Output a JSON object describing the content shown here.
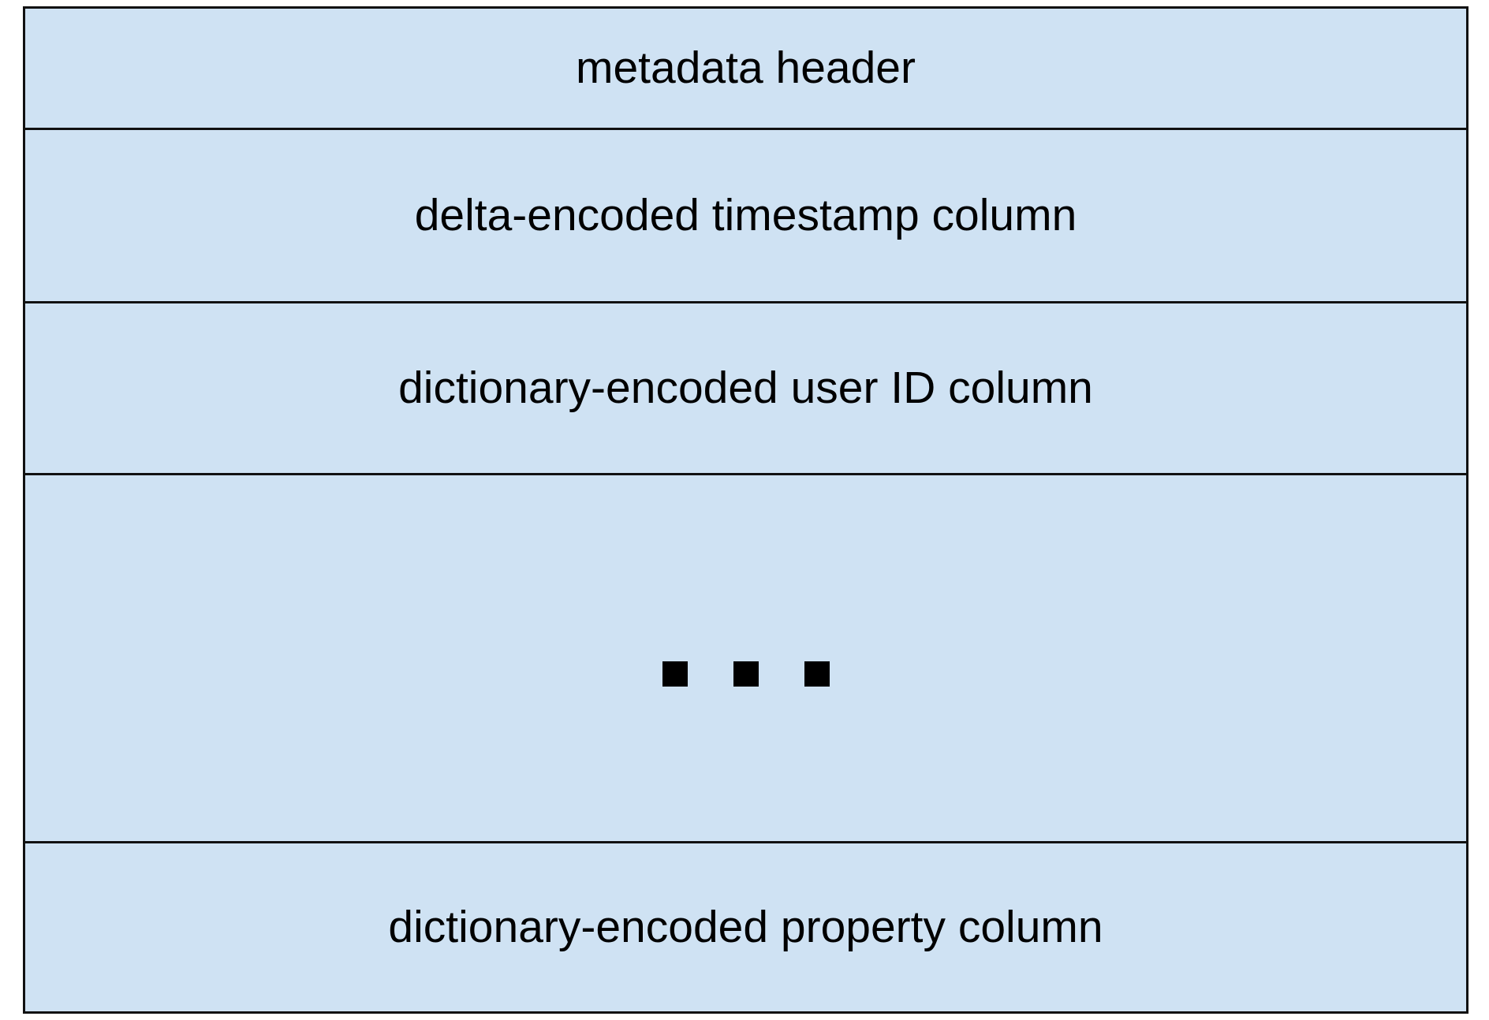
{
  "diagram": {
    "background_color": "#cfe2f3",
    "border_color": "#111111",
    "blocks": [
      {
        "label": "metadata header"
      },
      {
        "label": "delta-encoded timestamp column"
      },
      {
        "label": "dictionary-encoded user ID column"
      },
      {
        "label": "",
        "kind": "ellipsis"
      },
      {
        "label": "dictionary-encoded property column"
      }
    ]
  }
}
